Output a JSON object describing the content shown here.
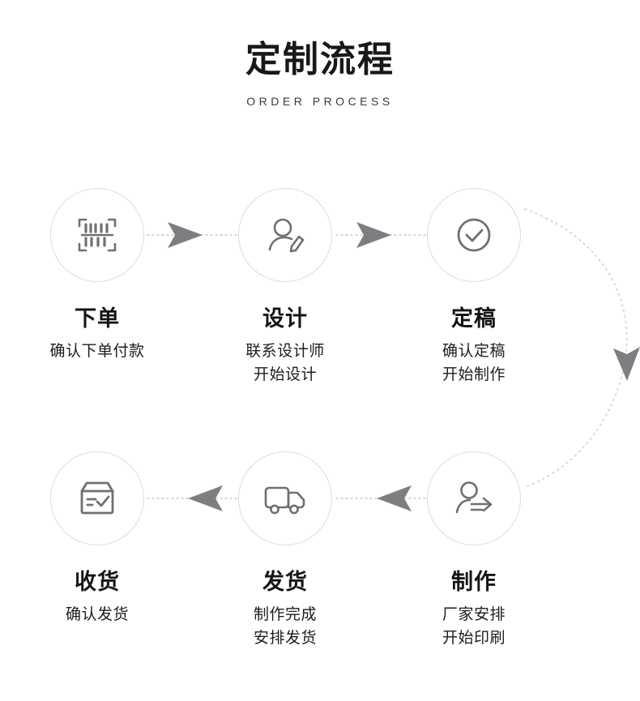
{
  "header": {
    "title": "定制流程",
    "subtitle": "ORDER PROCESS"
  },
  "colors": {
    "background": "#ffffff",
    "title_text": "#181818",
    "subtitle_text": "#3a3a3a",
    "circle_border": "#dcdcdc",
    "icon_stroke": "#6e7073",
    "connector_line": "#c9c9c9",
    "arrow_fill": "#7c7e81"
  },
  "steps": [
    {
      "index": 1,
      "icon": "barcode-scan-icon",
      "title": "下单",
      "desc_lines": [
        "确认下单付款",
        ""
      ]
    },
    {
      "index": 2,
      "icon": "designer-person-pencil-icon",
      "title": "设计",
      "desc_lines": [
        "联系设计师",
        "开始设计"
      ]
    },
    {
      "index": 3,
      "icon": "check-circle-icon",
      "title": "定稿",
      "desc_lines": [
        "确认定稿",
        "开始制作"
      ]
    },
    {
      "index": 4,
      "icon": "person-arrow-right-icon",
      "title": "制作",
      "desc_lines": [
        "厂家安排",
        "开始印刷"
      ]
    },
    {
      "index": 5,
      "icon": "delivery-truck-icon",
      "title": "发货",
      "desc_lines": [
        "制作完成",
        "安排发货"
      ]
    },
    {
      "index": 6,
      "icon": "package-check-icon",
      "title": "收货",
      "desc_lines": [
        "确认发货",
        ""
      ]
    }
  ],
  "connectors": [
    {
      "name": "connector-step1-to-step2",
      "style": "dotted-straight",
      "direction": "right"
    },
    {
      "name": "connector-step2-to-step3",
      "style": "dotted-straight",
      "direction": "right"
    },
    {
      "name": "connector-step3-to-step4",
      "style": "dotted-curve",
      "direction": "down"
    },
    {
      "name": "connector-step4-to-step5",
      "style": "dotted-straight",
      "direction": "left"
    },
    {
      "name": "connector-step5-to-step6",
      "style": "dotted-straight",
      "direction": "left"
    }
  ]
}
